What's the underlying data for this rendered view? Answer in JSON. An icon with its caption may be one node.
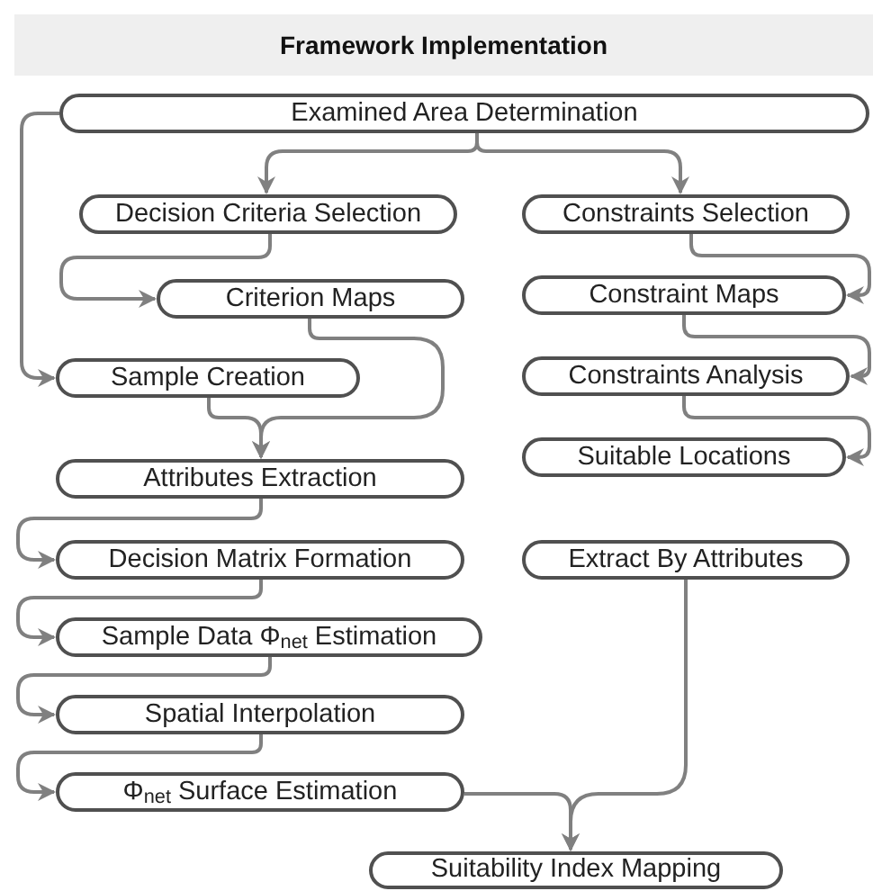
{
  "diagram": {
    "title": "Framework Implementation",
    "nodes": [
      {
        "text": [
          "Examined Area Determination"
        ]
      },
      {
        "text": [
          "Decision Criteria Selection"
        ]
      },
      {
        "text": [
          "Constraints Selection"
        ]
      },
      {
        "text": [
          "Criterion Maps"
        ]
      },
      {
        "text": [
          "Constraint Maps"
        ]
      },
      {
        "text": [
          "Sample Creation"
        ]
      },
      {
        "text": [
          "Constraints Analysis"
        ]
      },
      {
        "text": [
          "Suitable Locations"
        ]
      },
      {
        "text": [
          "Attributes Extraction"
        ]
      },
      {
        "text": [
          "Extract By Attributes"
        ]
      },
      {
        "text": [
          "Decision Matrix Formation"
        ]
      },
      {
        "text": [
          "Sample Data Φ$_{net}$ Estimation"
        ]
      },
      {
        "text": [
          "Spatial Interpolation"
        ]
      },
      {
        "text": [
          "Φ$_{net}$ Surface Estimation"
        ]
      },
      {
        "text": [
          "Suitability Index Mapping"
        ]
      }
    ],
    "edges": [
      {
        "from": 0,
        "to": 1,
        "arrow": "to"
      },
      {
        "from": 0,
        "to": 2,
        "arrow": "to"
      },
      {
        "from": 0,
        "to": 5,
        "arrow": "to"
      },
      {
        "from": 1,
        "to": 3,
        "arrow": "to"
      },
      {
        "from": 2,
        "to": 4,
        "arrow": "to"
      },
      {
        "from": 4,
        "to": 6,
        "arrow": "to"
      },
      {
        "from": 6,
        "to": 7,
        "arrow": "to"
      },
      {
        "from": 3,
        "to": 8,
        "arrow": "to"
      },
      {
        "from": 5,
        "to": 8,
        "arrow": "to"
      },
      {
        "from": 8,
        "to": 10,
        "arrow": "to"
      },
      {
        "from": 10,
        "to": 11,
        "arrow": "to"
      },
      {
        "from": 11,
        "to": 12,
        "arrow": "to"
      },
      {
        "from": 12,
        "to": 13,
        "arrow": "to"
      },
      {
        "from": 13,
        "to": 14,
        "arrow": "to"
      },
      {
        "from": 9,
        "to": 14,
        "arrow": "to"
      }
    ]
  }
}
